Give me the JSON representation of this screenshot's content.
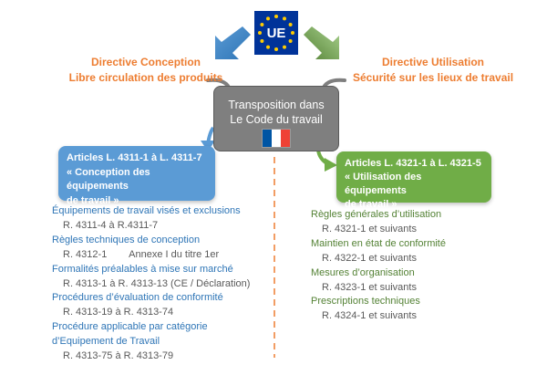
{
  "eu_badge": {
    "label": "UE",
    "flag_color": "#003399",
    "star_color": "#ffcc00"
  },
  "left_directive": {
    "line1": "Directive Conception",
    "line2": "Libre circulation des produits"
  },
  "right_directive": {
    "line1": "Directive Utilisation",
    "line2": "Sécurité sur les lieux de travail"
  },
  "center": {
    "line1": "Transposition dans",
    "line2": "Le Code du travail"
  },
  "blue_box": {
    "line1": "Articles L. 4311-1 à L. 4311-7",
    "line2": "« Conception des équipements",
    "line3": "de travail »"
  },
  "green_box": {
    "line1": "Articles L. 4321-1 à L. 4321-5",
    "line2": "« Utilisation des équipements",
    "line3": "de travail »"
  },
  "left_items": [
    {
      "title": "Équipements de travail visés et exclusions",
      "sub": "R. 4311-4 à R.4311-7"
    },
    {
      "title": "Règles techniques de conception",
      "sub": "R. 4312-1        Annexe I du titre 1er"
    },
    {
      "title": "Formalités préalables à mise sur marché",
      "sub": "R. 4313-1 à R. 4313-13 (CE / Déclaration)"
    },
    {
      "title": "Procédures d’évaluation de conformité",
      "sub": "R. 4313-19 à R. 4313-74"
    },
    {
      "title": "Procédure applicable par catégorie",
      "title2": "d’Equipement de Travail",
      "sub": "R. 4313-75 à R. 4313-79"
    }
  ],
  "right_items": [
    {
      "title": "Règles générales d’utilisation",
      "sub": "R. 4321-1 et suivants"
    },
    {
      "title": "Maintien en état de conformité",
      "sub": "R. 4322-1 et suivants"
    },
    {
      "title": "Mesures d’organisation",
      "sub": "R. 4323-1 et suivants"
    },
    {
      "title": "Prescriptions techniques",
      "sub": "R. 4324-1 et suivants"
    }
  ],
  "colors": {
    "orange": "#ed7d31",
    "blue": "#5b9bd5",
    "blue_text": "#2e75b6",
    "green": "#70ad47",
    "green_text": "#548235",
    "grey_box": "#7f7f7f",
    "flag_blue": "#0055a4",
    "flag_white": "#ffffff",
    "flag_red": "#ef4135"
  }
}
